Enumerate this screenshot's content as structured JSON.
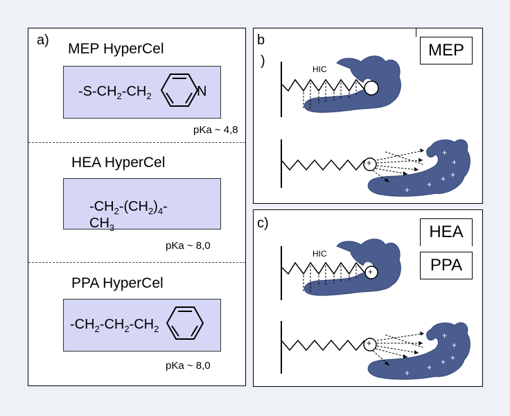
{
  "panel_a": {
    "label": "a)",
    "sections": [
      {
        "title": "MEP HyperCel",
        "formula_parts": [
          "-S-CH",
          "2",
          "-CH",
          "2"
        ],
        "ring_label": "N",
        "pka": "pKa ~ 4,8"
      },
      {
        "title": "HEA HyperCel",
        "formula_line1": [
          "-CH",
          "2",
          "-(CH",
          "2",
          ")",
          "4",
          "-"
        ],
        "formula_line2": [
          "CH",
          "3"
        ],
        "pka": "pKa ~ 8,0"
      },
      {
        "title": "PPA HyperCel",
        "formula_parts": [
          "-CH",
          "2",
          "-CH",
          "2",
          "-CH",
          "2"
        ],
        "pka": "pKa ~ 8,0"
      }
    ]
  },
  "panel_b": {
    "label_line1": "b",
    "label_line2": ")",
    "tag": "MEP",
    "hic_label": "HIC",
    "charge_plus": "+"
  },
  "panel_c": {
    "label": "c)",
    "tags": [
      "HEA",
      "PPA"
    ],
    "hic_label": "HIC",
    "charge_plus": "+"
  },
  "colors": {
    "protein": "#4a5d8e",
    "box": "#d6d6f6"
  }
}
